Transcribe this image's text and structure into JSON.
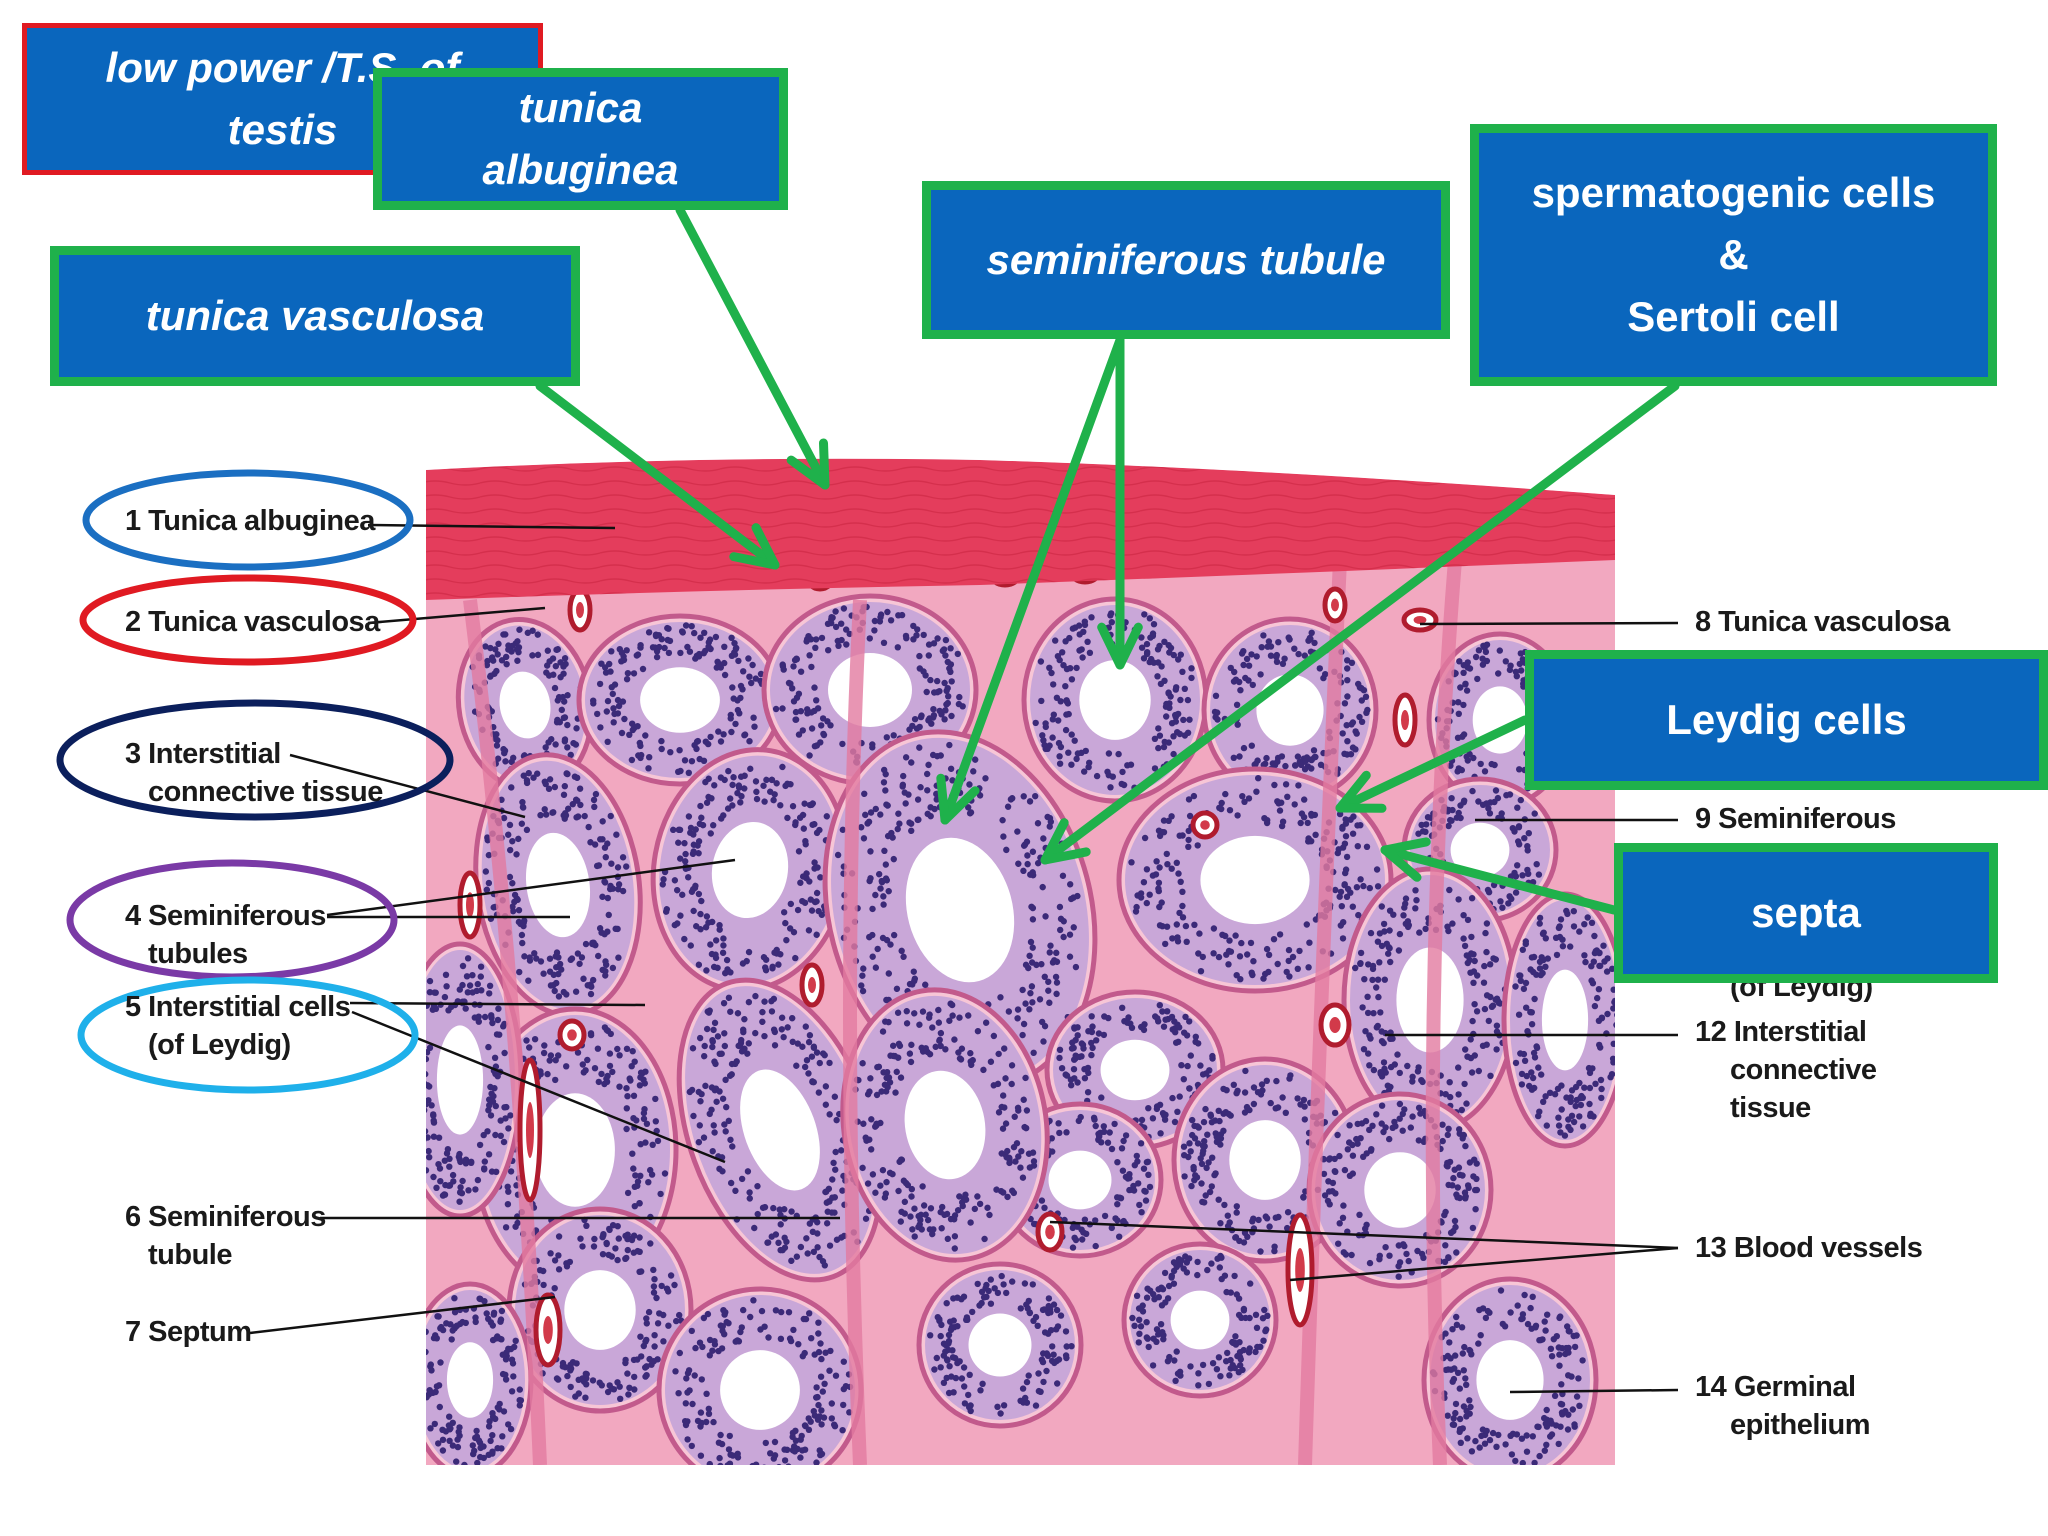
{
  "title_box": {
    "text": "low power /T.S. of\ntestis",
    "border_color": "#e01a22"
  },
  "callouts": {
    "tunica_albuginea": "tunica\nalbuginea",
    "tunica_vasculosa": "tunica vasculosa",
    "seminiferous_tubule": "seminiferous tubule",
    "spermatogenic": "spermatogenic cells\n&\nSertoli cell",
    "leydig": "Leydig cells",
    "septa": "septa"
  },
  "left_labels": {
    "l1": "1 Tunica albuginea",
    "l2": "2 Tunica vasculosa",
    "l3a": "3 Interstitial",
    "l3b": "connective tissue",
    "l4a": "4 Seminiferous",
    "l4b": "tubules",
    "l5a": "5 Interstitial cells",
    "l5b": "(of Leydig)",
    "l6a": "6 Seminiferous",
    "l6b": "tubule",
    "l7": "7 Septum"
  },
  "right_labels": {
    "r8": "8 Tunica vasculosa",
    "r9": "9 Seminiferous",
    "r11": "(of Leydig)",
    "r12a": "12 Interstitial",
    "r12b": "connective",
    "r12c": "tissue",
    "r13": "13 Blood vessels",
    "r14a": "14 Germinal",
    "r14b": "epithelium"
  },
  "colors": {
    "box_fill": "#0a66bd",
    "box_border": "#1fb14b",
    "arrow": "#1fb14b",
    "albuginea": "#e43d5c",
    "tissue": "#f2a8c0",
    "tubule_rim": "#c25a8c",
    "nuclei": "#3b2a78",
    "ring_1": "#1b6fc2",
    "ring_2": "#e01a22",
    "ring_3": "#0b1f5c",
    "ring_4": "#7a3aa6",
    "ring_5": "#1fb0ea"
  }
}
